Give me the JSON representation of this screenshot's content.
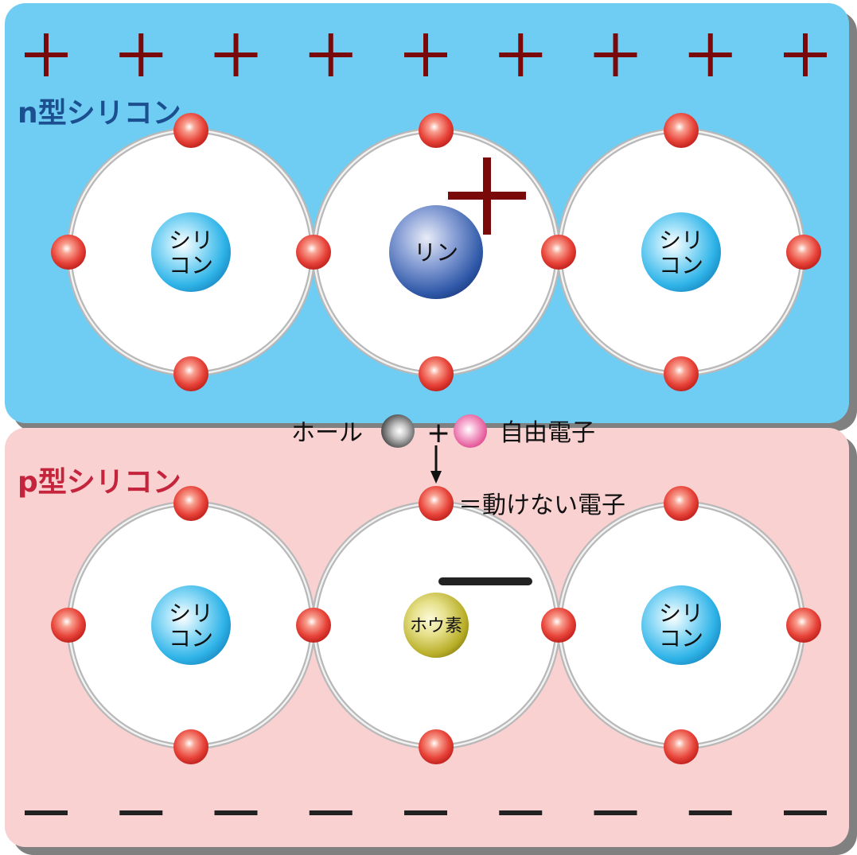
{
  "n_region": {
    "label": "n型シリコン",
    "bg_color": "#6fcdf3",
    "label_color": "#1b4f8f",
    "sign_symbol": "plus",
    "sign_count": 9,
    "sign_color": "#7a0a0a"
  },
  "p_region": {
    "label": "p型シリコン",
    "bg_color": "#f8d1d0",
    "label_color": "#c4243c",
    "sign_symbol": "minus",
    "sign_count": 9,
    "sign_color": "#222222"
  },
  "n_atoms": [
    {
      "label_lines": [
        "シリ",
        "コン"
      ],
      "kind": "silicon"
    },
    {
      "label_lines": [
        "リン"
      ],
      "kind": "phosphorus",
      "charge": "plus"
    },
    {
      "label_lines": [
        "シリ",
        "コン"
      ],
      "kind": "silicon"
    }
  ],
  "p_atoms": [
    {
      "label_lines": [
        "シリ",
        "コン"
      ],
      "kind": "silicon"
    },
    {
      "label_lines": [
        "ホウ素"
      ],
      "kind": "boron",
      "charge": "minus"
    },
    {
      "label_lines": [
        "シリ",
        "コン"
      ],
      "kind": "silicon"
    }
  ],
  "legend": {
    "hole_label": "ホール",
    "plus_text": "+",
    "free_electron_label": "自由電子",
    "fixed_electron_label": "＝動けない電子"
  },
  "colors": {
    "silicon": "#2fb4e8",
    "phosphorus": "#3a68b8",
    "boron": "#c8c040",
    "electron": "#e8443a",
    "free_electron": "#ee6aa8",
    "hole": "#606060"
  }
}
